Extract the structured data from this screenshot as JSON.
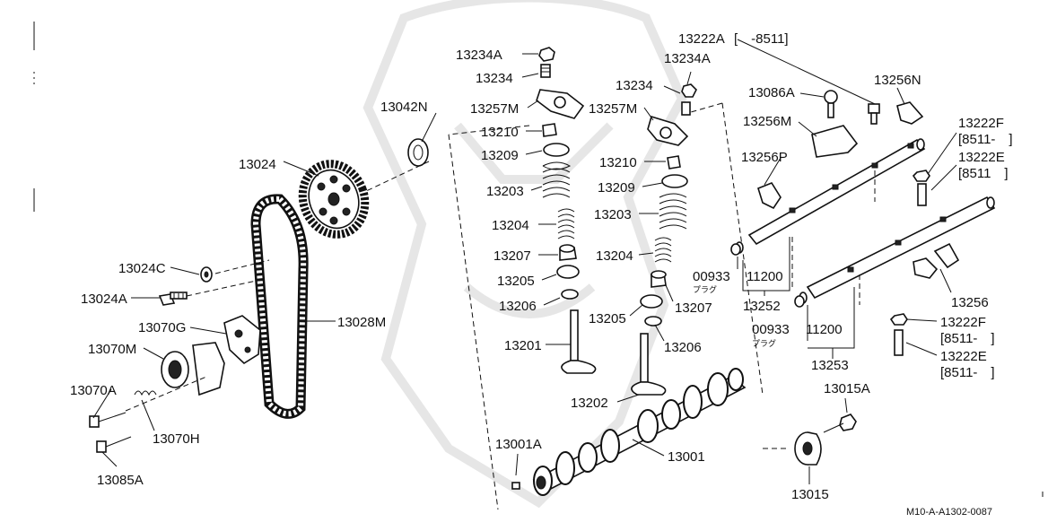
{
  "labels": {
    "p13234A_1": "13234A",
    "p13234_1": "13234",
    "p13257M_1": "13257M",
    "p13210_1": "13210",
    "p13209_1": "13209",
    "p13203_1": "13203",
    "p13204_1": "13204",
    "p13207_1": "13207",
    "p13205_1": "13205",
    "p13206_1": "13206",
    "p13201": "13201",
    "p13222A": "13222A",
    "p13222A_bracket": "[　-8511]",
    "p13234A_2": "13234A",
    "p13234_2": "13234",
    "p13257M_2": "13257M",
    "p13210_2": "13210",
    "p13209_2": "13209",
    "p13203_2": "13203",
    "p13204_2": "13204",
    "p00933_1": "00933",
    "plug_1": "プラグ",
    "p13207_2": "13207",
    "p13205_2": "13205",
    "p13206_2": "13206",
    "p13202": "13202",
    "p13042N": "13042N",
    "p13024": "13024",
    "p13024C": "13024C",
    "p13024A": "13024A",
    "p13070G": "13070G",
    "p13028M": "13028M",
    "p13070M": "13070M",
    "p13070A": "13070A",
    "p13070H": "13070H",
    "p13085A": "13085A",
    "p13001A": "13001A",
    "p13001": "13001",
    "p13086A": "13086A",
    "p13256N": "13256N",
    "p13256M": "13256M",
    "p13256P": "13256P",
    "p13222F_1": "13222F",
    "p13222F_1_b": "[8511-　]",
    "p13222E_1": "13222E",
    "p13222E_1_b": "[8511　]",
    "p11200_1": "11200",
    "p13252": "13252",
    "p00933_2": "00933",
    "p11200_2": "11200",
    "plug_2": "プラグ",
    "p13256": "13256",
    "p13222F_2": "13222F",
    "p13222F_2_b": "[8511-　]",
    "p13222E_2": "13222E",
    "p13222E_2_b": "[8511-　]",
    "p13253": "13253",
    "p13015A": "13015A",
    "p13015": "13015",
    "diagram_code": "M10-A-A1302-0087"
  }
}
